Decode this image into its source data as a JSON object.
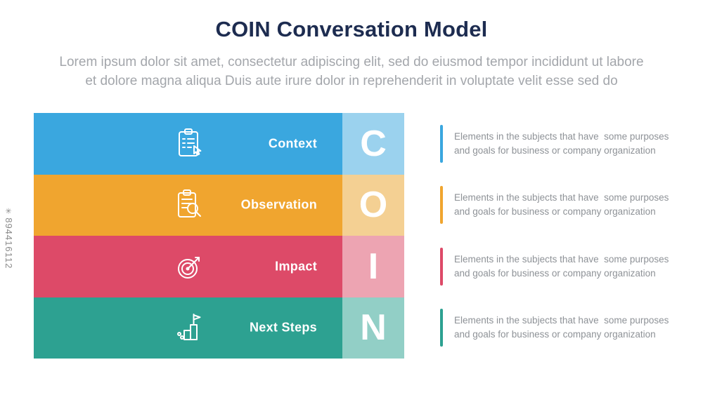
{
  "watermark": {
    "star": "✳",
    "id": "894416112"
  },
  "header": {
    "title": "COIN Conversation Model",
    "intro_line1": "Lorem ipsum dolor sit amet, consectetur adipiscing elit, sed do eiusmod tempor incididunt ut labore",
    "intro_line2": "et dolore magna aliqua Duis aute irure dolor in reprehenderit in voluptate velit esse sed do"
  },
  "rows": [
    {
      "label": "Context",
      "letter": "C",
      "color": "#3aa7df",
      "tint": "#9bd2ee",
      "icon": "clipboard-checklist-icon",
      "desc_line1": "Elements in the subjects that have  some purposes",
      "desc_line2": "and goals for business or company organization"
    },
    {
      "label": "Observation",
      "letter": "O",
      "color": "#f0aузнать",
      "icon": "clipboard-magnifier-icon",
      "desc_line1": "Elements in the subjects that have  some purposes",
      "desc_line2": "and goals for business or company organization"
    },
    {
      "label": "Impact",
      "letter": "I",
      "color": "#dd4a68",
      "tint": "#eda4b2",
      "icon": "target-arrow-icon",
      "desc_line1": "Elements in the subjects that have  some purposes",
      "desc_line2": "and goals for business or company organization"
    },
    {
      "label": "Next Steps",
      "letter": "N",
      "color": "#2da191",
      "tint": "#92cfc6",
      "icon": "podium-flag-icon",
      "desc_line1": "Elements in the subjects that have  some purposes",
      "desc_line2": "and goals for business or company organization"
    }
  ]
}
